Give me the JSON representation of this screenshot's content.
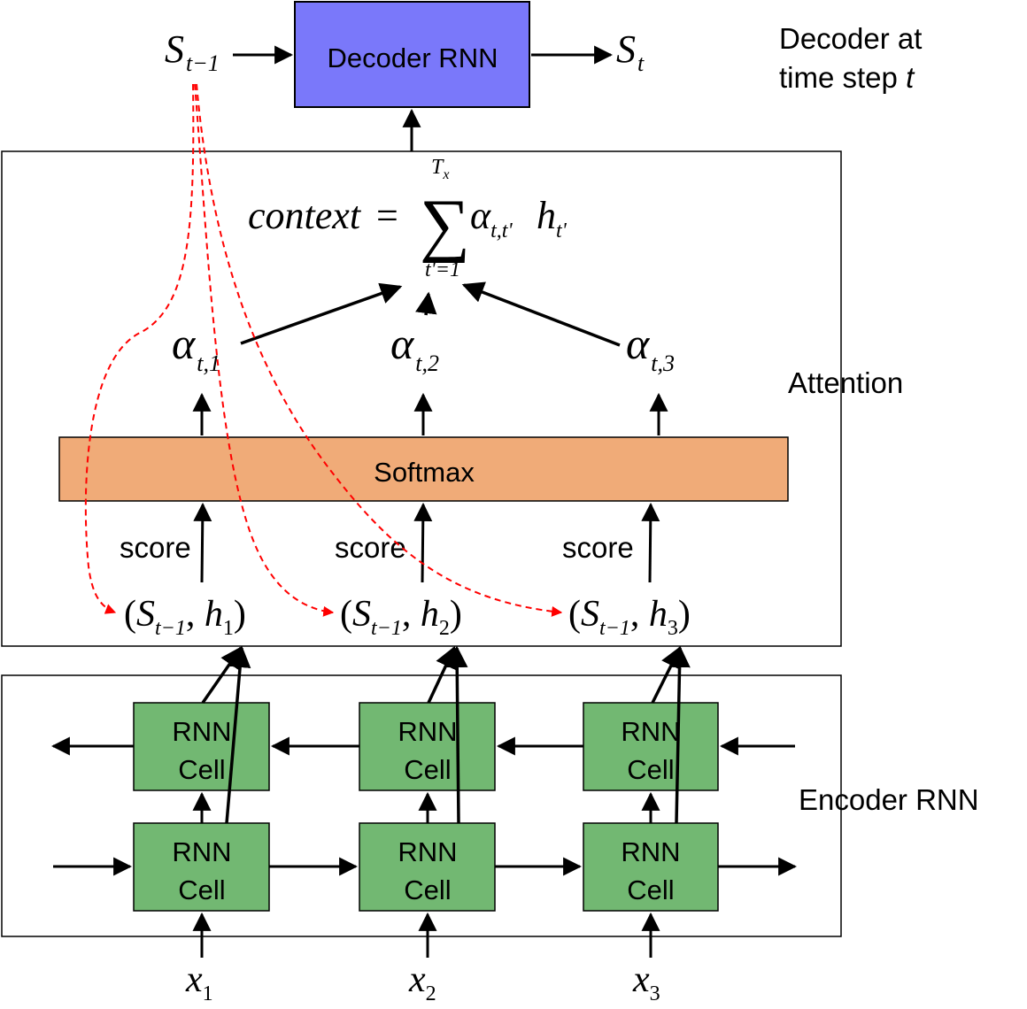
{
  "decoder": {
    "box_label": "Decoder RNN",
    "box_color": "#7a78fa",
    "input_state": {
      "base": "S",
      "sub": "t−1"
    },
    "output_state": {
      "base": "S",
      "sub": "t"
    },
    "caption_line1": "Decoder at",
    "caption_line2_prefix": "time step ",
    "caption_line2_var": "t"
  },
  "attention": {
    "section_label": "Attention",
    "context_word": "context",
    "equals": "=",
    "sum_sym": "∑",
    "sum_upper": {
      "base": "T",
      "sub": "x"
    },
    "sum_lower": "t'=1",
    "alpha_sym": "α",
    "alpha_sub": "t,t'",
    "h_sym": "h",
    "h_sub": "t'",
    "alphas": [
      {
        "sym": "α",
        "sub": "t,1"
      },
      {
        "sym": "α",
        "sub": "t,2"
      },
      {
        "sym": "α",
        "sub": "t,3"
      }
    ],
    "softmax_label": "Softmax",
    "softmax_color": "#f0ab78",
    "score_labels": [
      "score",
      "score",
      "score"
    ],
    "pairs": [
      {
        "s": "S",
        "s_sub": "t−1",
        "h": "h",
        "h_sub": "1"
      },
      {
        "s": "S",
        "s_sub": "t−1",
        "h": "h",
        "h_sub": "2"
      },
      {
        "s": "S",
        "s_sub": "t−1",
        "h": "h",
        "h_sub": "3"
      }
    ],
    "dashed_arrow_color": "#ff0000"
  },
  "encoder": {
    "section_label": "Encoder RNN",
    "cell_color": "#72b872",
    "cell_line1": "RNN",
    "cell_line2": "Cell",
    "inputs": [
      {
        "base": "x",
        "sub": "1"
      },
      {
        "base": "x",
        "sub": "2"
      },
      {
        "base": "x",
        "sub": "3"
      }
    ]
  }
}
